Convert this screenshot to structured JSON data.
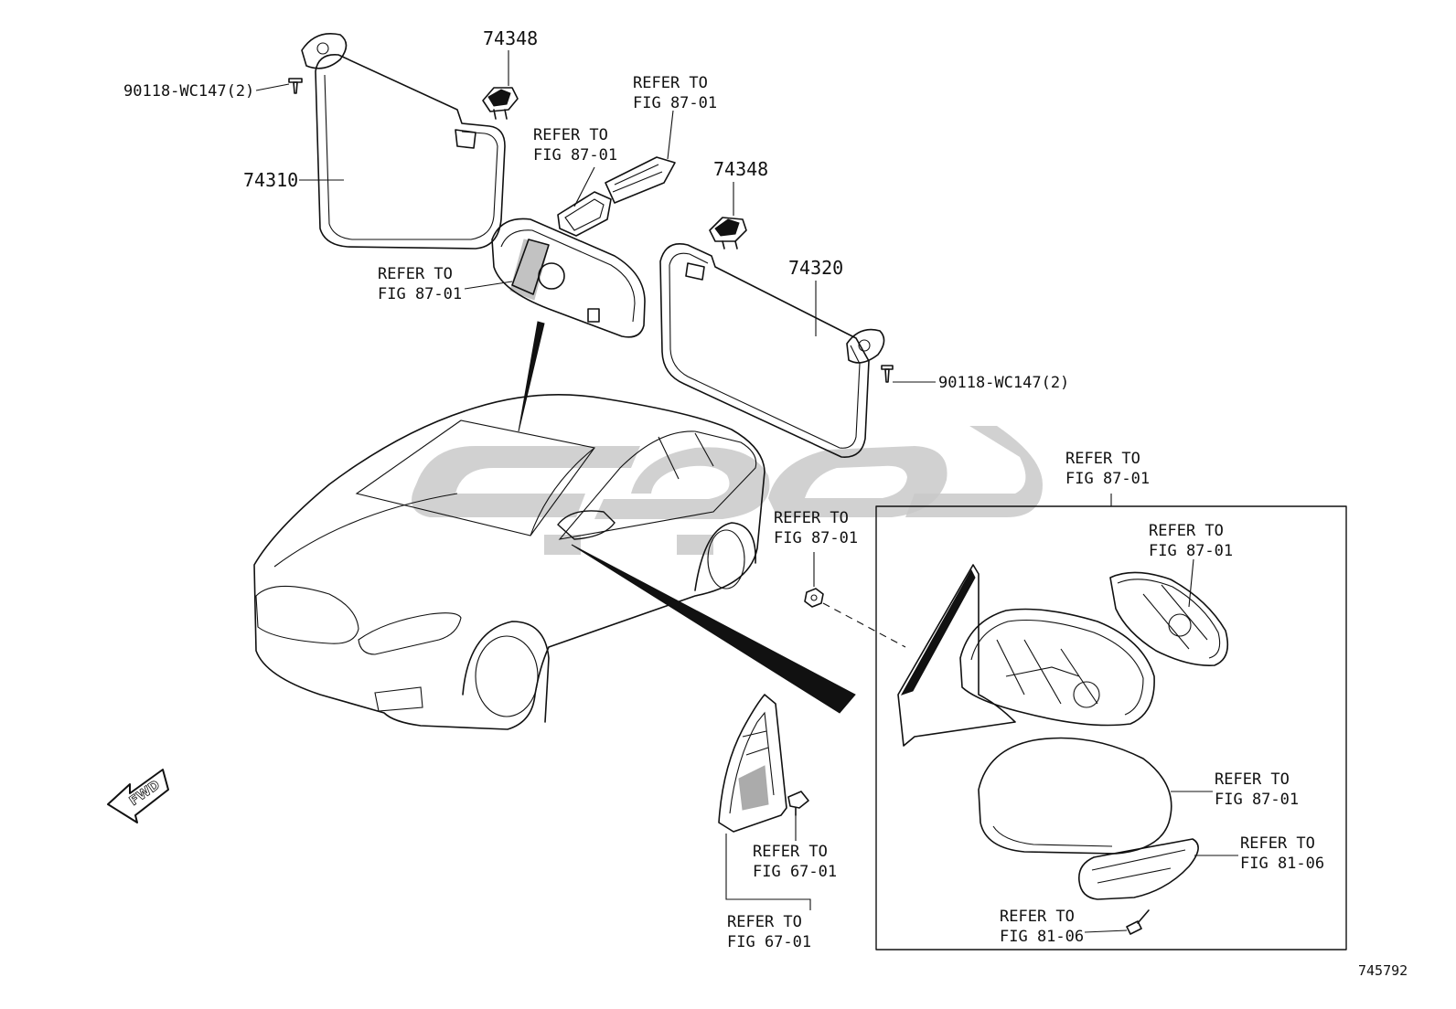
{
  "diagram_id": "745792",
  "fwd_label": "FWD",
  "labels": {
    "clip_left": "74348",
    "clip_right": "74348",
    "visor_left": "74310",
    "visor_right": "74320",
    "screw_left": "90118-WC147(2)",
    "screw_right": "90118-WC147(2)",
    "refer_cover_top_l1": "REFER TO",
    "refer_cover_top_l2": "FIG 87-01",
    "refer_cover_mid_l1": "REFER TO",
    "refer_cover_mid_l2": "FIG 87-01",
    "refer_mirror_l1": "REFER TO",
    "refer_mirror_l2": "FIG 87-01",
    "refer_box_l1": "REFER TO",
    "refer_box_l2": "FIG 87-01",
    "refer_nut_l1": "REFER TO",
    "refer_nut_l2": "FIG 87-01",
    "refer_glass_l1": "REFER TO",
    "refer_glass_l2": "FIG 87-01",
    "refer_cap_l1": "REFER TO",
    "refer_cap_l2": "FIG 87-01",
    "refer_signal_l1": "REFER TO",
    "refer_signal_l2": "FIG 81-06",
    "refer_screw_l1": "REFER TO",
    "refer_screw_l2": "FIG 81-06",
    "refer_clip_l1": "REFER TO",
    "refer_clip_l2": "FIG 67-01",
    "refer_garnish_l1": "REFER TO",
    "refer_garnish_l2": "FIG 67-01"
  }
}
